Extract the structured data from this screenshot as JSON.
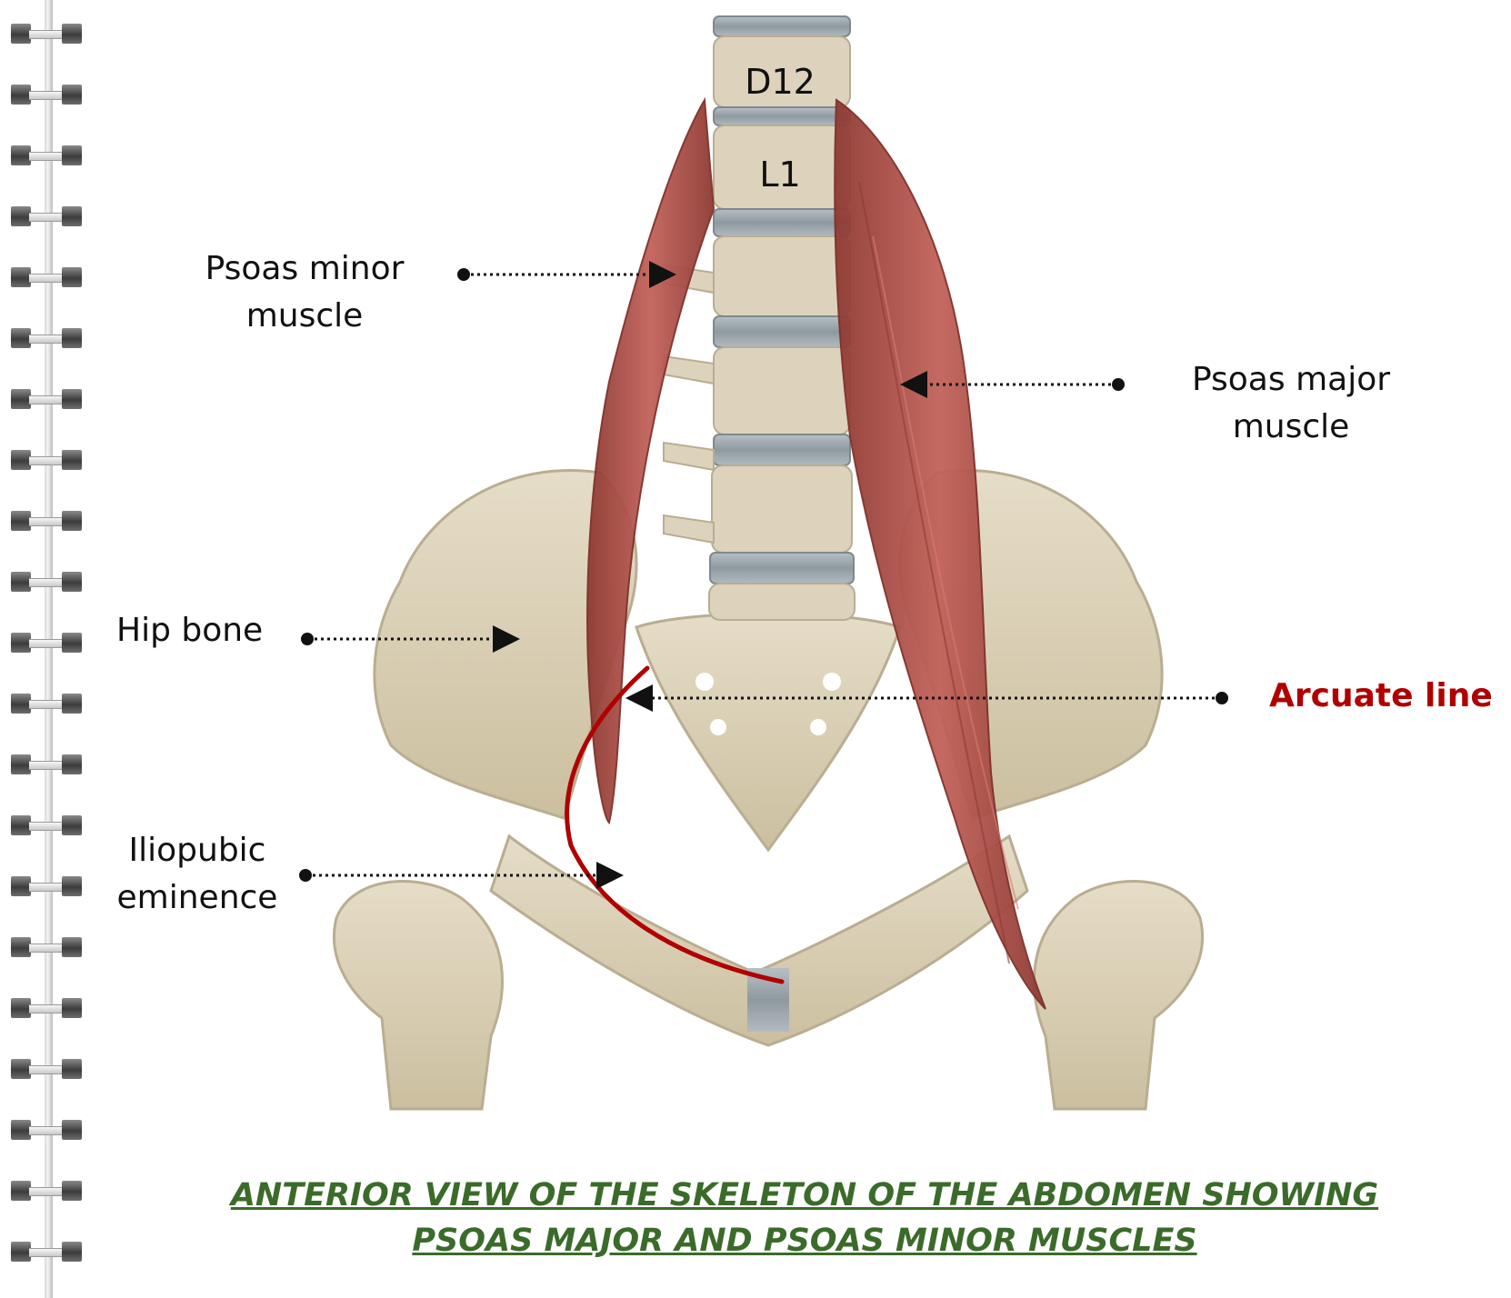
{
  "vertebra_labels": {
    "d12": "D12",
    "l1": "L1"
  },
  "labels": {
    "psoas_minor": [
      "Psoas minor",
      "muscle"
    ],
    "psoas_major": [
      "Psoas major",
      "muscle"
    ],
    "hip_bone": "Hip bone",
    "arcuate_line": "Arcuate line",
    "iliopubic": [
      "Iliopubic",
      "eminence"
    ]
  },
  "caption": {
    "line1": "ANTERIOR VIEW OF THE SKELETON OF THE ABDOMEN SHOWING",
    "line2": "PSOAS MAJOR AND PSOAS MINOR MUSCLES"
  },
  "colors": {
    "bone": "#ddd3bd",
    "bone_shadow": "#b9ad92",
    "disc": "#9aa4ab",
    "muscle": "#b5524a",
    "muscle_dark": "#8e3a33",
    "arcuate": "#b00000",
    "caption": "#3b6b2a"
  }
}
